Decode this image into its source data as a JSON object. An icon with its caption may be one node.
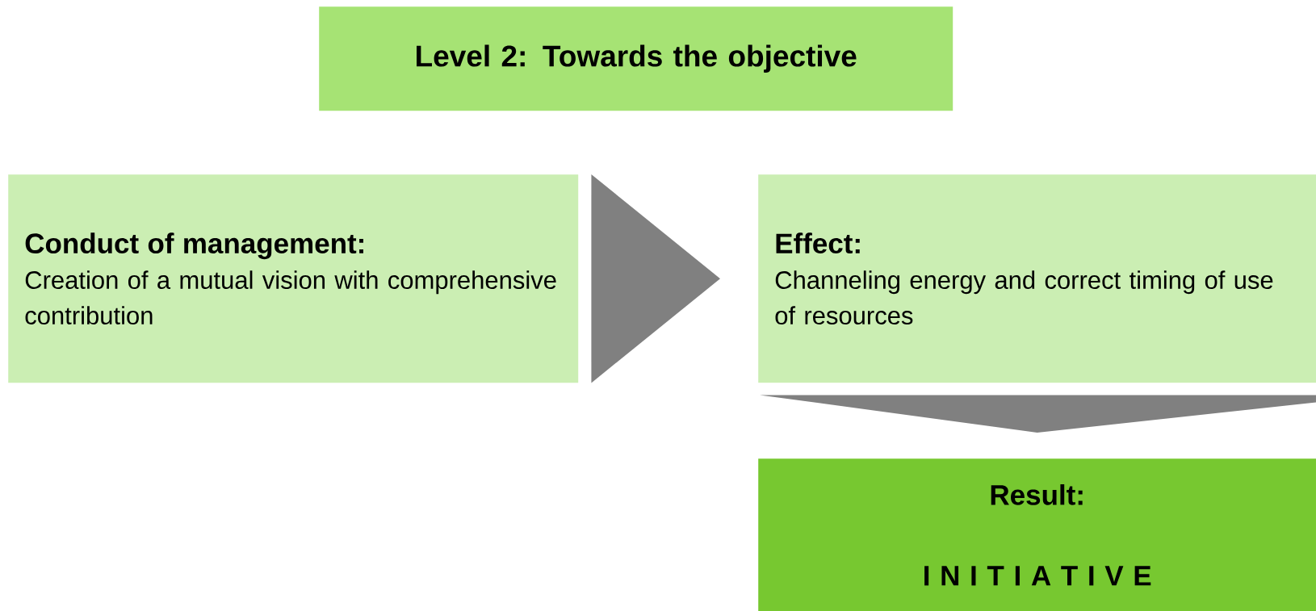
{
  "diagram": {
    "nodes": [
      {
        "text": [
          "Level 2: Towards the objective"
        ]
      },
      {
        "text": [
          "Conduct of management:",
          "Creation of a mutual vision with comprehensive contribution"
        ]
      },
      {
        "text": [
          "Effect:",
          "Channeling energy and correct timing of use of resources"
        ]
      },
      {
        "text": [
          "Result:",
          "I N I T I A T I V E"
        ]
      }
    ],
    "edges": [
      {
        "from": 1,
        "to": 2,
        "arrow": "to"
      },
      {
        "from": 2,
        "to": 3,
        "arrow": "to"
      }
    ]
  }
}
